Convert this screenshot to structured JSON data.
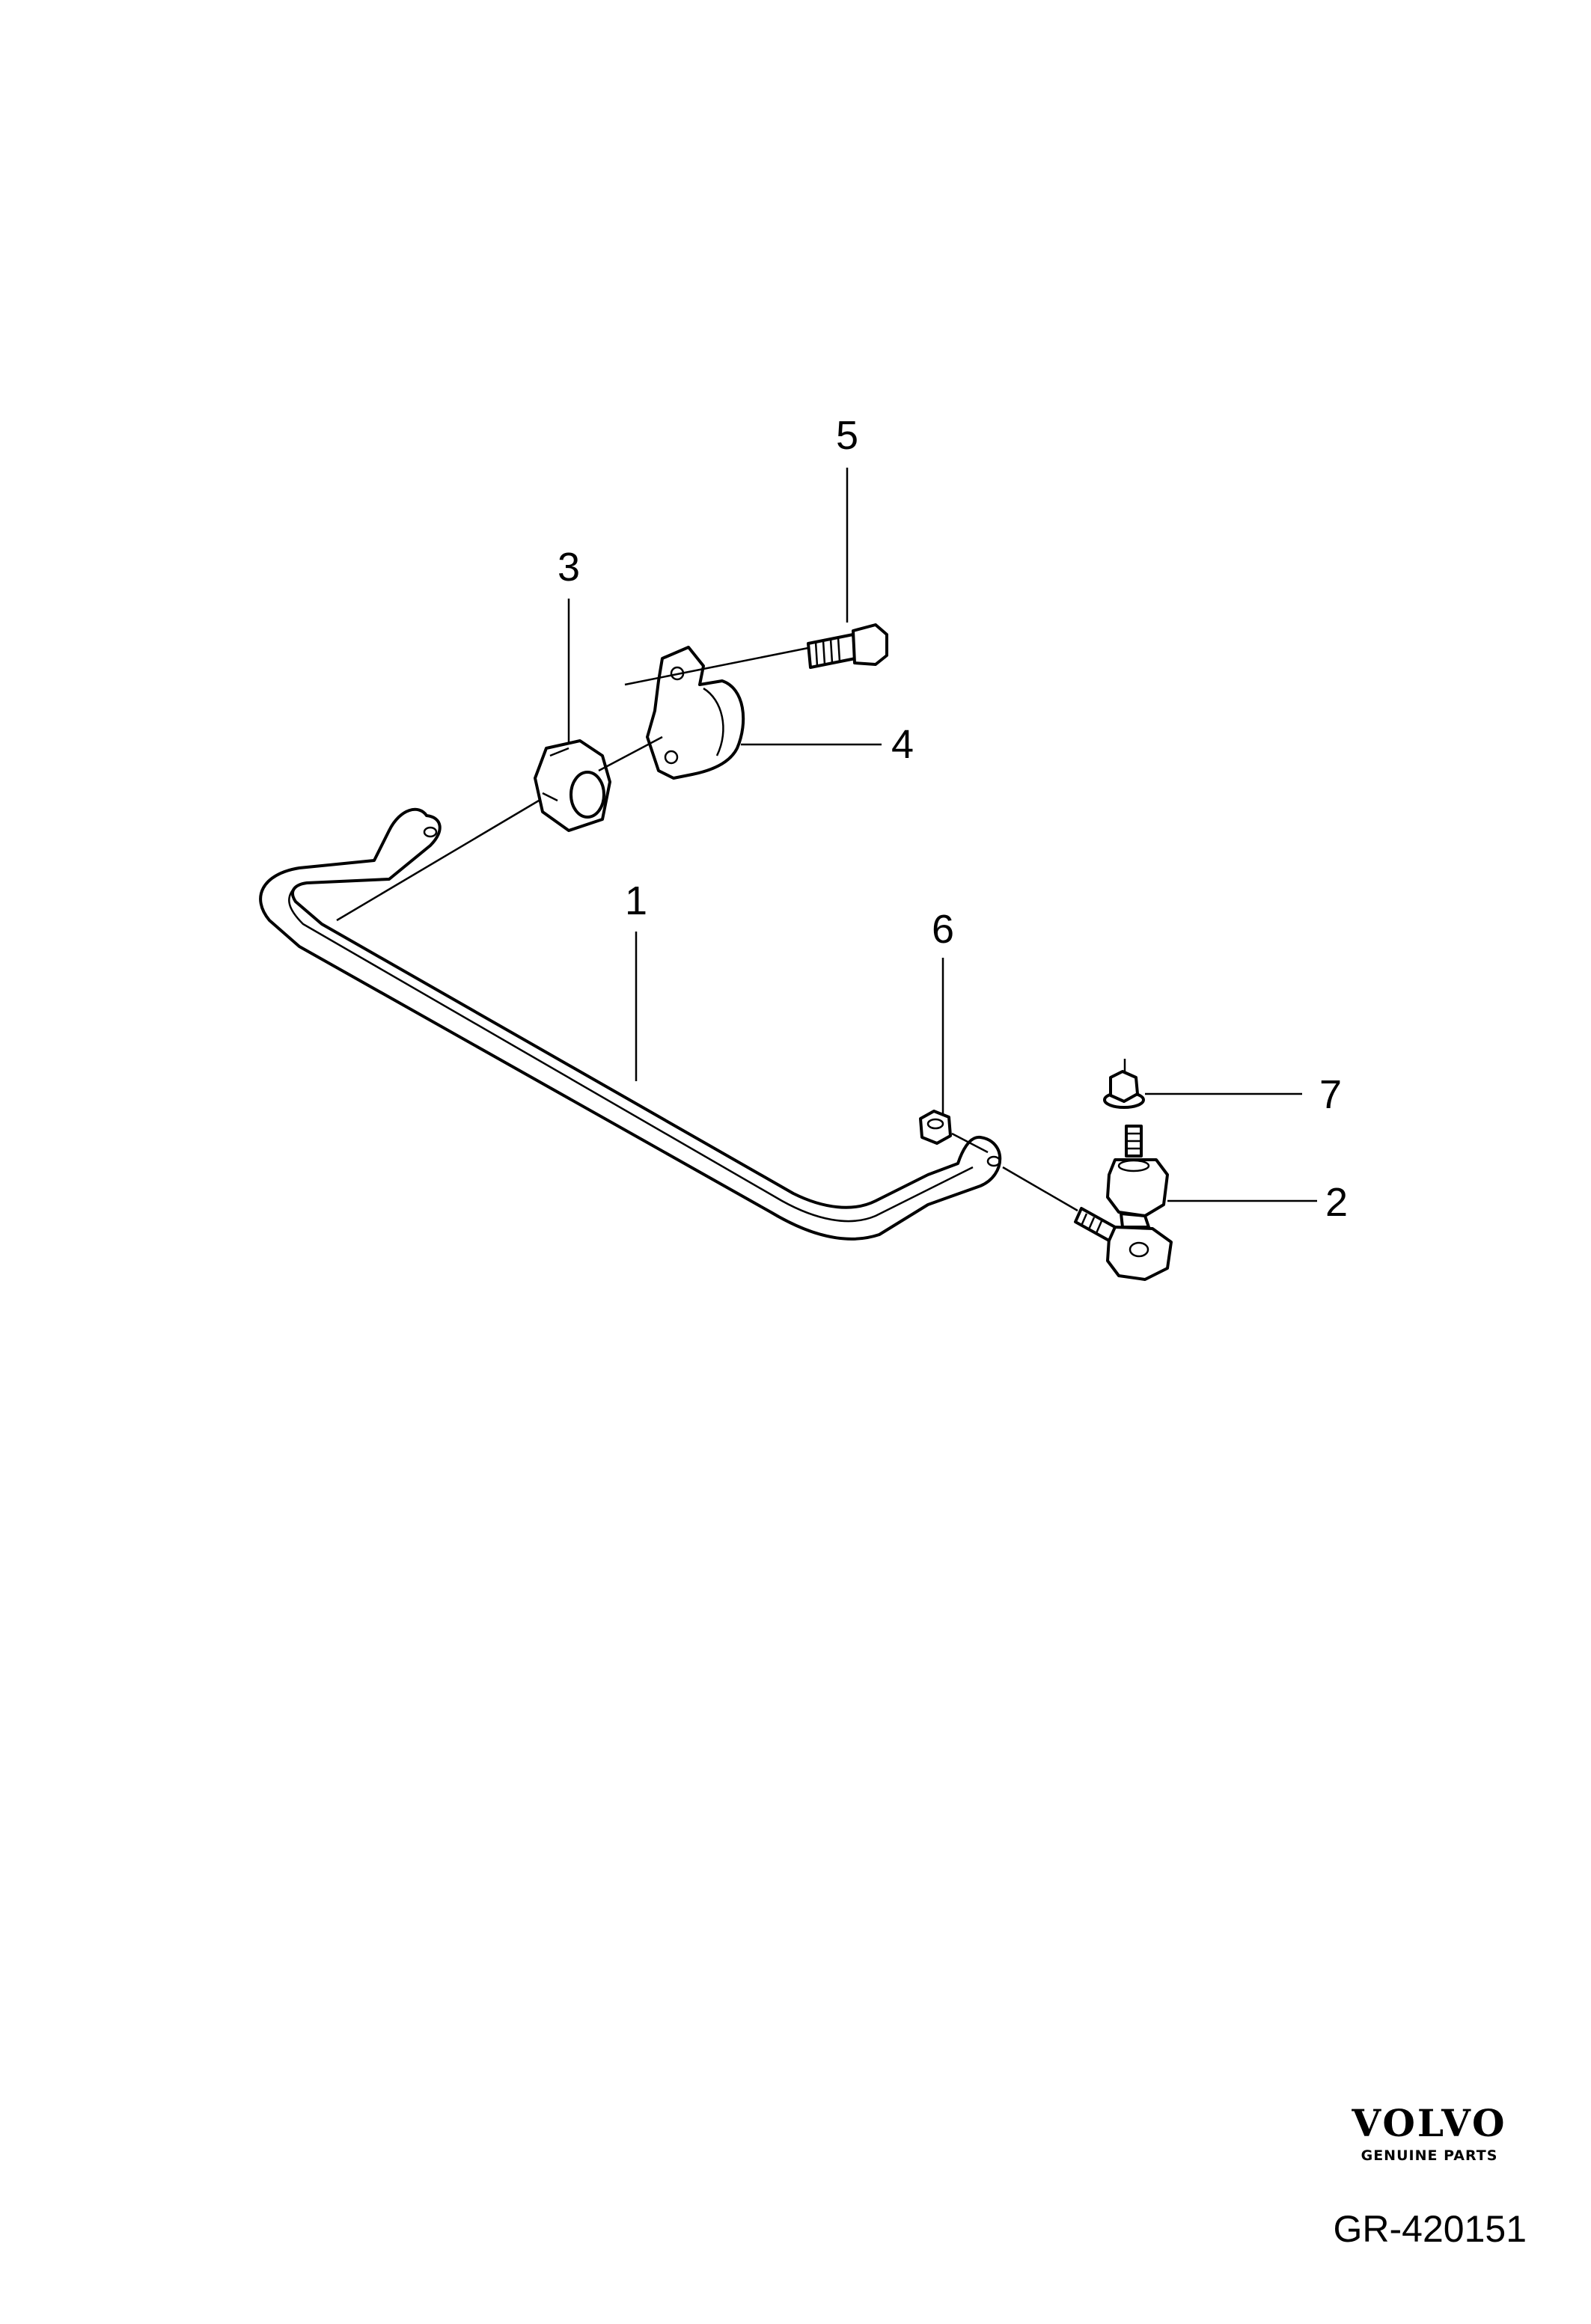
{
  "callouts": {
    "c1": "1",
    "c2": "2",
    "c3": "3",
    "c4": "4",
    "c5": "5",
    "c6": "6",
    "c7": "7"
  },
  "parts": [
    {
      "ref": "1",
      "icon": "stabilizer-bar-icon"
    },
    {
      "ref": "2",
      "icon": "stabilizer-link-icon"
    },
    {
      "ref": "3",
      "icon": "bushing-icon"
    },
    {
      "ref": "4",
      "icon": "bracket-icon"
    },
    {
      "ref": "5",
      "icon": "bolt-icon"
    },
    {
      "ref": "6",
      "icon": "nut-icon"
    },
    {
      "ref": "7",
      "icon": "flange-nut-icon"
    }
  ],
  "logo": {
    "brand": "VOLVO",
    "subtitle": "GENUINE PARTS"
  },
  "diagram_id": "GR-420151",
  "colors": {
    "line": "#000000",
    "background": "#ffffff"
  }
}
